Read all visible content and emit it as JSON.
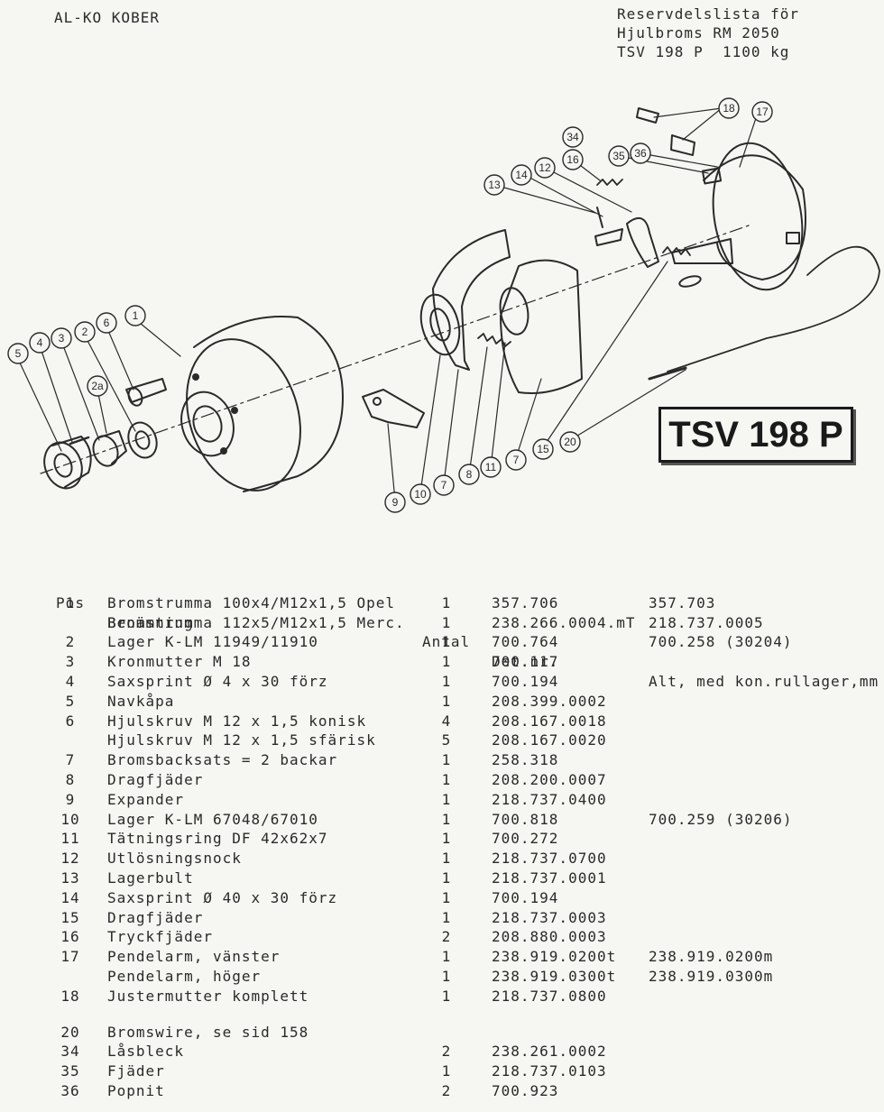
{
  "header": {
    "brand": "AL-KO KOBER",
    "title_lines": [
      "Reservdelslista för",
      "Hjulbroms RM 2050",
      "TSV 198 P  1100 kg"
    ]
  },
  "diagram": {
    "model_label": "TSV 198 P",
    "callouts": [
      "5",
      "4",
      "3",
      "2",
      "6",
      "1",
      "2a",
      "13",
      "14",
      "12",
      "16",
      "34",
      "35",
      "36",
      "18",
      "17",
      "9",
      "10",
      "7",
      "8",
      "11",
      "7",
      "15",
      "20"
    ]
  },
  "table": {
    "headers": {
      "pos": "Pos",
      "name": "Benämning",
      "qty": "Antal",
      "det": "Det.nr.",
      "alt": "Alt, med kon.rullager,mm"
    },
    "rows": [
      {
        "pos": "1",
        "name": "Bromstrumma 100x4/M12x1,5 Opel",
        "qty": "1",
        "det": "357.706",
        "alt": "357.703"
      },
      {
        "pos": "",
        "name": "Bromstrumma 112x5/M12x1,5 Merc.",
        "qty": "1",
        "det": "238.266.0004.mT",
        "alt": "218.737.0005"
      },
      {
        "pos": "2",
        "name": "Lager K-LM 11949/11910",
        "qty": "1",
        "det": "700.764",
        "alt": "700.258 (30204)"
      },
      {
        "pos": "3",
        "name": "Kronmutter M 18",
        "qty": "1",
        "det": "700.117",
        "alt": ""
      },
      {
        "pos": "4",
        "name": "Saxsprint Ø 4 x 30 förz",
        "qty": "1",
        "det": "700.194",
        "alt": ""
      },
      {
        "pos": "5",
        "name": "Navkåpa",
        "qty": "1",
        "det": "208.399.0002",
        "alt": ""
      },
      {
        "pos": "6",
        "name": "Hjulskruv M 12 x 1,5 konisk",
        "qty": "4",
        "det": "208.167.0018",
        "alt": ""
      },
      {
        "pos": "",
        "name": "Hjulskruv M 12 x 1,5 sfärisk",
        "qty": "5",
        "det": "208.167.0020",
        "alt": ""
      },
      {
        "pos": "7",
        "name": "Bromsbacksats = 2 backar",
        "qty": "1",
        "det": "258.318",
        "alt": ""
      },
      {
        "pos": "8",
        "name": "Dragfjäder",
        "qty": "1",
        "det": "208.200.0007",
        "alt": ""
      },
      {
        "pos": "9",
        "name": "Expander",
        "qty": "1",
        "det": "218.737.0400",
        "alt": ""
      },
      {
        "pos": "10",
        "name": "Lager K-LM 67048/67010",
        "qty": "1",
        "det": "700.818",
        "alt": "700.259 (30206)"
      },
      {
        "pos": "11",
        "name": "Tätningsring DF 42x62x7",
        "qty": "1",
        "det": "700.272",
        "alt": ""
      },
      {
        "pos": "12",
        "name": "Utlösningsnock",
        "qty": "1",
        "det": "218.737.0700",
        "alt": ""
      },
      {
        "pos": "13",
        "name": "Lagerbult",
        "qty": "1",
        "det": "218.737.0001",
        "alt": ""
      },
      {
        "pos": "14",
        "name": "Saxsprint Ø 40 x 30 förz",
        "qty": "1",
        "det": "700.194",
        "alt": ""
      },
      {
        "pos": "15",
        "name": "Dragfjäder",
        "qty": "1",
        "det": "218.737.0003",
        "alt": ""
      },
      {
        "pos": "16",
        "name": "Tryckfjäder",
        "qty": "2",
        "det": "208.880.0003",
        "alt": ""
      },
      {
        "pos": "17",
        "name": "Pendelarm, vänster",
        "qty": "1",
        "det": "238.919.0200t",
        "alt": "238.919.0200m"
      },
      {
        "pos": "",
        "name": "Pendelarm, höger",
        "qty": "1",
        "det": "238.919.0300t",
        "alt": "238.919.0300m"
      },
      {
        "pos": "18",
        "name": "Justermutter komplett",
        "qty": "1",
        "det": "218.737.0800",
        "alt": ""
      },
      {
        "pos": "20",
        "name": "Bromswire, se sid 158",
        "qty": "",
        "det": "",
        "alt": ""
      },
      {
        "pos": "34",
        "name": "Låsbleck",
        "qty": "2",
        "det": "238.261.0002",
        "alt": ""
      },
      {
        "pos": "35",
        "name": "Fjäder",
        "qty": "1",
        "det": "218.737.0103",
        "alt": ""
      },
      {
        "pos": "36",
        "name": "Popnit",
        "qty": "2",
        "det": "700.923",
        "alt": ""
      }
    ]
  }
}
